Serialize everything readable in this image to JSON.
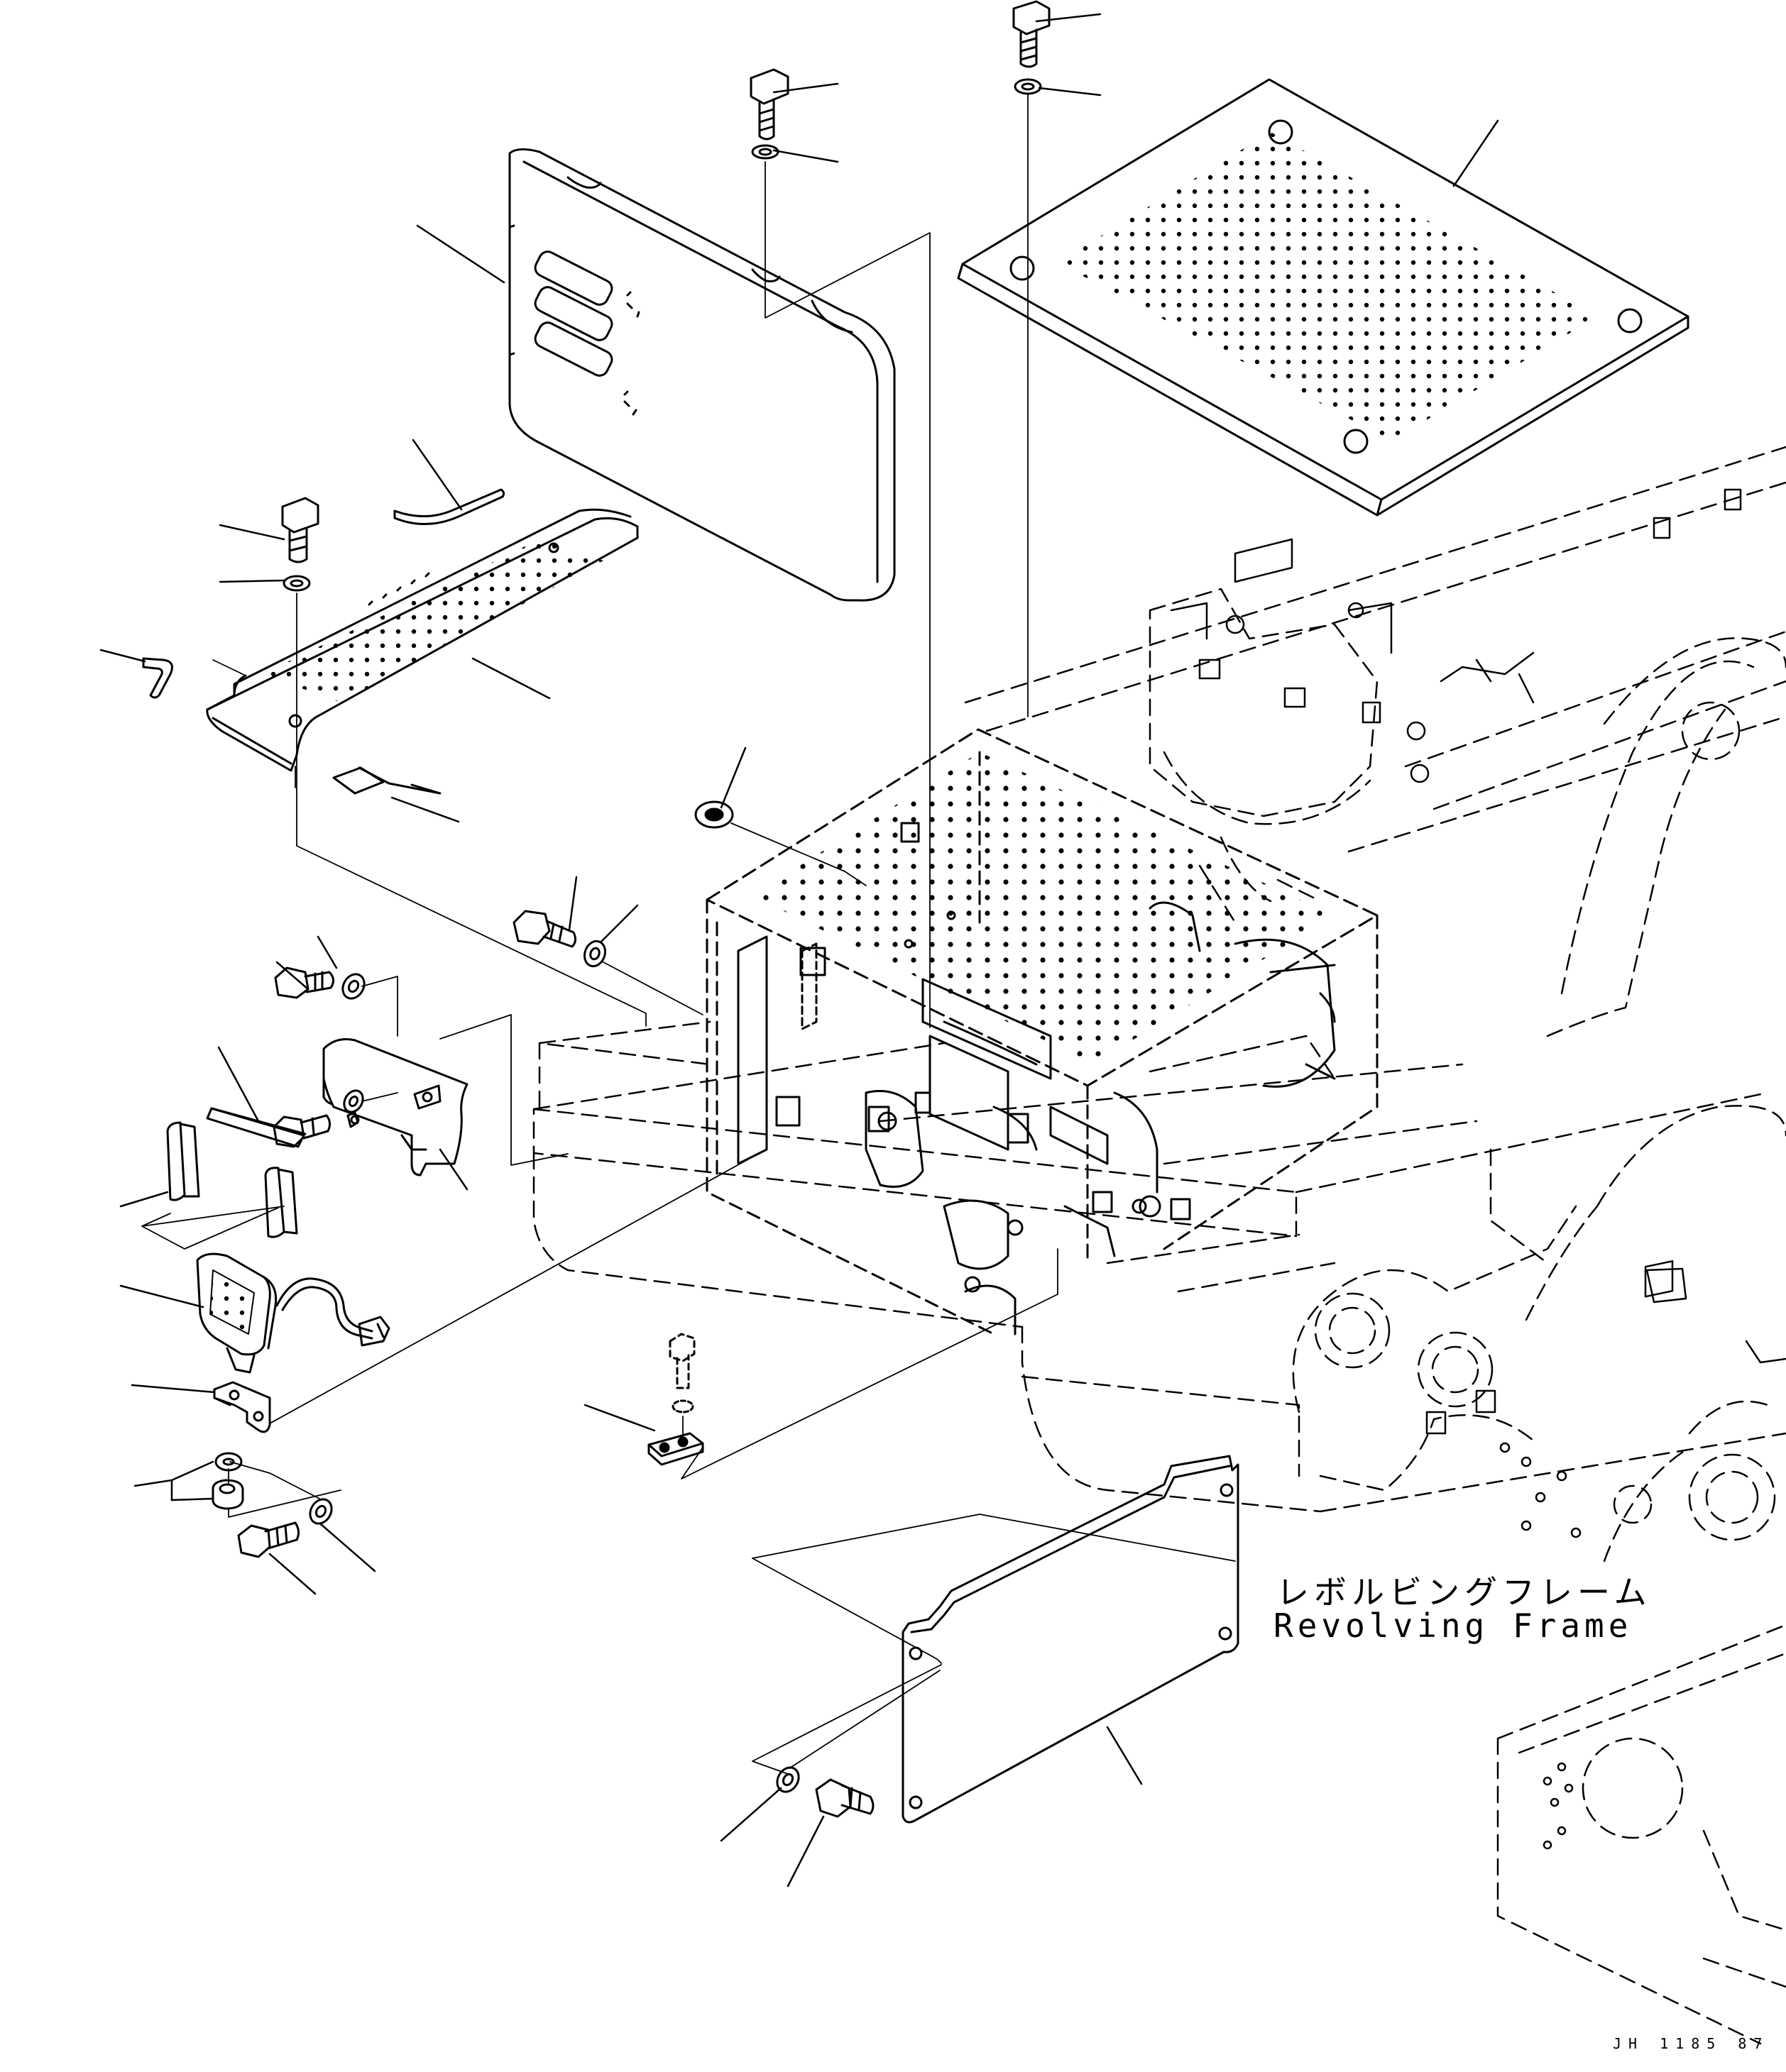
{
  "frame_label": {
    "japanese": "レボルビングフレーム",
    "english": "Revolving Frame"
  },
  "drawing_code": "JH 1185 87",
  "colors": {
    "line": "#000000",
    "background": "#ffffff"
  }
}
